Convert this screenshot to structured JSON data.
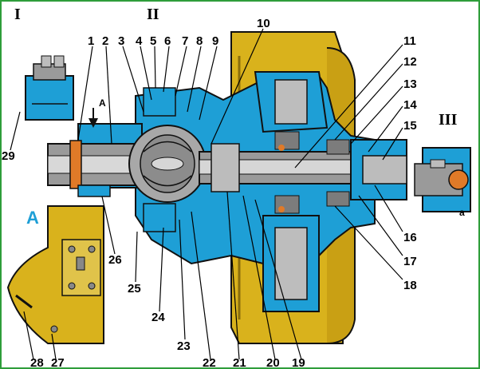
{
  "section_marks": {
    "I": "I",
    "II": "II",
    "III": "III"
  },
  "view_letter": "A",
  "arrow_letter": "A",
  "detail_letter": "a",
  "callouts": {
    "c1": "1",
    "c2": "2",
    "c3": "3",
    "c4": "4",
    "c5": "5",
    "c6": "6",
    "c7": "7",
    "c8": "8",
    "c9": "9",
    "c10": "10",
    "c11": "11",
    "c12": "12",
    "c13": "13",
    "c14": "14",
    "c15": "15",
    "c16": "16",
    "c17": "17",
    "c18": "18",
    "c19": "19",
    "c20": "20",
    "c21": "21",
    "c22": "22",
    "c23": "23",
    "c24": "24",
    "c25": "25",
    "c26": "26",
    "c27": "27",
    "c28": "28",
    "c29": "29"
  },
  "colors": {
    "frame": "#2e9d3a",
    "section_blue": "#1e9fd6",
    "wheel_yellow": "#d9b21c",
    "metal_gray": "#9a9a9a",
    "outline": "#111111"
  }
}
